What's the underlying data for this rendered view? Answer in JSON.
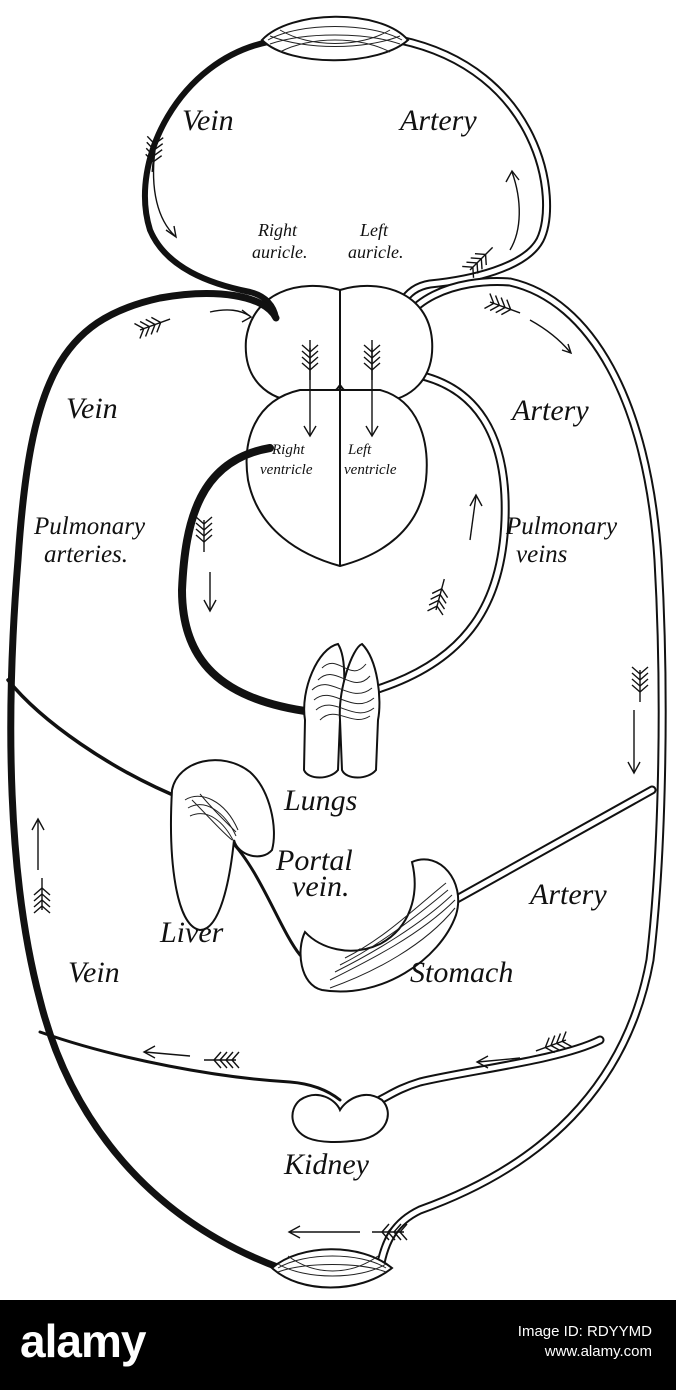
{
  "diagram": {
    "labels": {
      "vein_top": "Vein",
      "artery_top": "Artery",
      "right_auricle_1": "Right",
      "right_auricle_2": "auricle.",
      "left_auricle_1": "Left",
      "left_auricle_2": "auricle.",
      "vein_mid": "Vein",
      "artery_mid": "Artery",
      "right_ventricle_1": "Right",
      "right_ventricle_2": "ventricle",
      "left_ventricle_1": "Left",
      "left_ventricle_2": "ventricle",
      "pulm_arteries_1": "Pulmonary",
      "pulm_arteries_2": "arteries.",
      "pulm_veins_1": "Pulmonary",
      "pulm_veins_2": "veins",
      "lungs": "Lungs",
      "portal_1": "Portal",
      "portal_2": "vein.",
      "liver": "Liver",
      "artery_low": "Artery",
      "vein_low": "Vein",
      "stomach": "Stomach",
      "kidney": "Kidney"
    }
  },
  "banner": {
    "logo": "alamy",
    "image_id": "Image ID: RDYYMD",
    "url": "www.alamy.com"
  },
  "colors": {
    "ink": "#111111",
    "paper": "#ffffff",
    "banner": "#000000"
  }
}
